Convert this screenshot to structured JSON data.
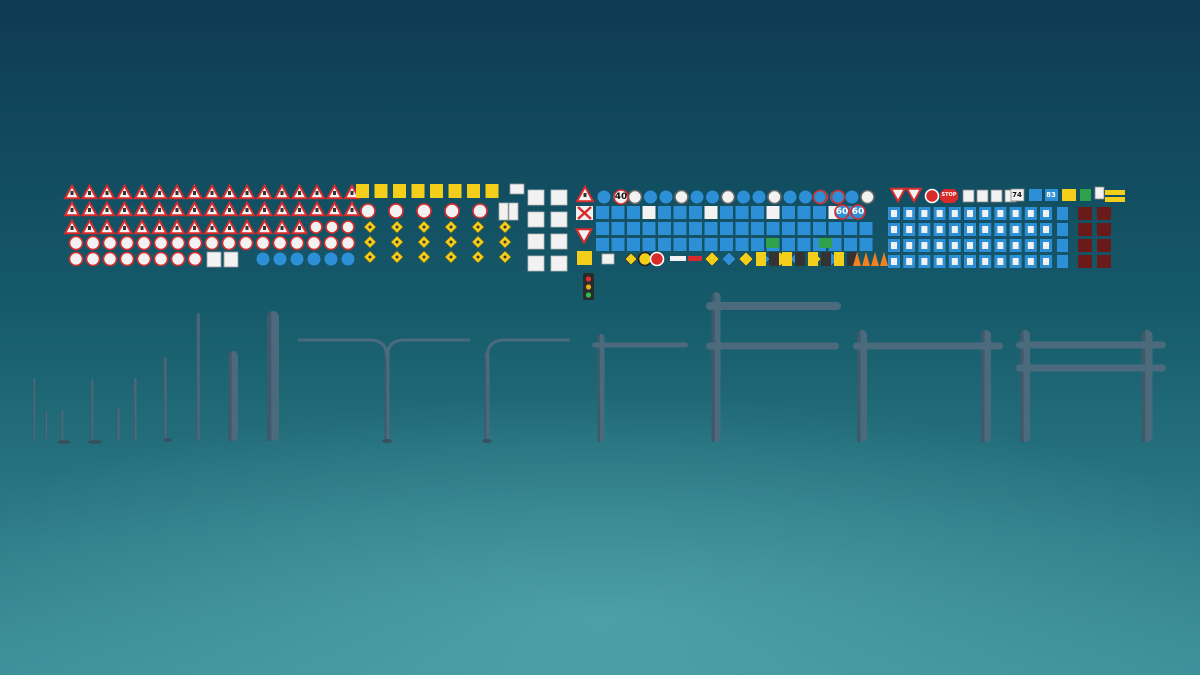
{
  "scene": {
    "subject": "road-sign-and-pole-asset-collection",
    "colors": {
      "bg_top": "#0e3a52",
      "bg_mid": "#155a6a",
      "bg_floor": "#3c8f98",
      "pole": "#4b6a7c",
      "pole_dark": "#35505f",
      "warning_red": "#d92b2b",
      "sign_yellow": "#f3cf1c",
      "sign_blue": "#2d8fd6",
      "sign_white": "#f2f2f2",
      "sign_green": "#2fa14a",
      "sign_dark": "#222222"
    }
  },
  "signs": {
    "speed_limit_values": [
      "40",
      "60",
      "60",
      "74",
      "83"
    ],
    "stop_label": "STOP"
  }
}
